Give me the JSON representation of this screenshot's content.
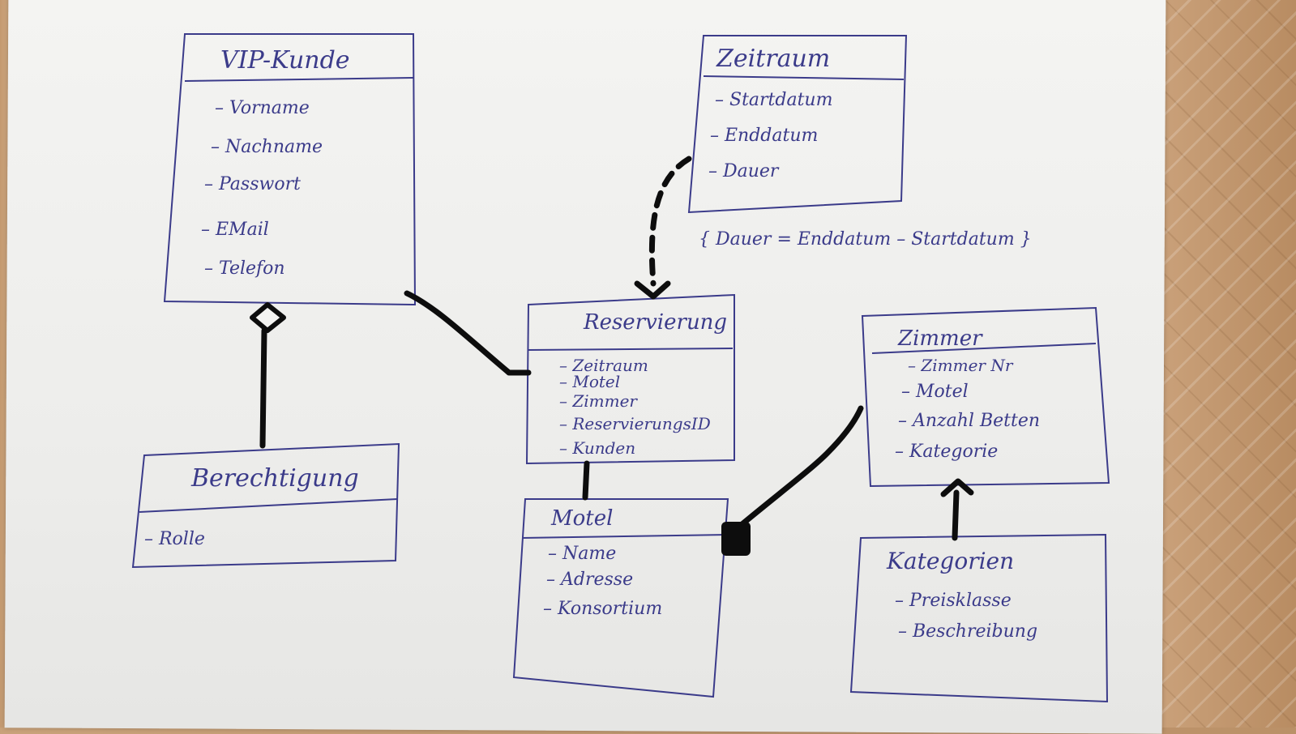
{
  "classes": {
    "vip_kunde": {
      "title": "VIP-Kunde",
      "attributes": [
        "– Vorname",
        "– Nachname",
        "– Passwort",
        "– EMail",
        "– Telefon"
      ]
    },
    "zeitraum": {
      "title": "Zeitraum",
      "attributes": [
        "– Startdatum",
        "– Enddatum",
        "– Dauer"
      ]
    },
    "reservierung": {
      "title": "Reservierung",
      "attributes": [
        "– Zeitraum",
        "– Motel",
        "– Zimmer",
        "– ReservierungsID",
        "– Kunden"
      ]
    },
    "zimmer": {
      "title": "Zimmer",
      "attributes": [
        "– Zimmer Nr",
        "– Motel",
        "– Anzahl Betten",
        "– Kategorie"
      ]
    },
    "berechtigung": {
      "title": "Berechtigung",
      "attributes": [
        "– Rolle"
      ]
    },
    "motel": {
      "title": "Motel",
      "attributes": [
        "– Name",
        "– Adresse",
        "– Konsortium"
      ]
    },
    "kategorien": {
      "title": "Kategorien",
      "attributes": [
        "– Preisklasse",
        "– Beschreibung"
      ]
    }
  },
  "constraint": "{ Dauer = Enddatum – Startdatum }",
  "colors": {
    "ink": "#3b3b8a",
    "marker": "#0d0d0d",
    "paper": "#f0f0ee"
  }
}
